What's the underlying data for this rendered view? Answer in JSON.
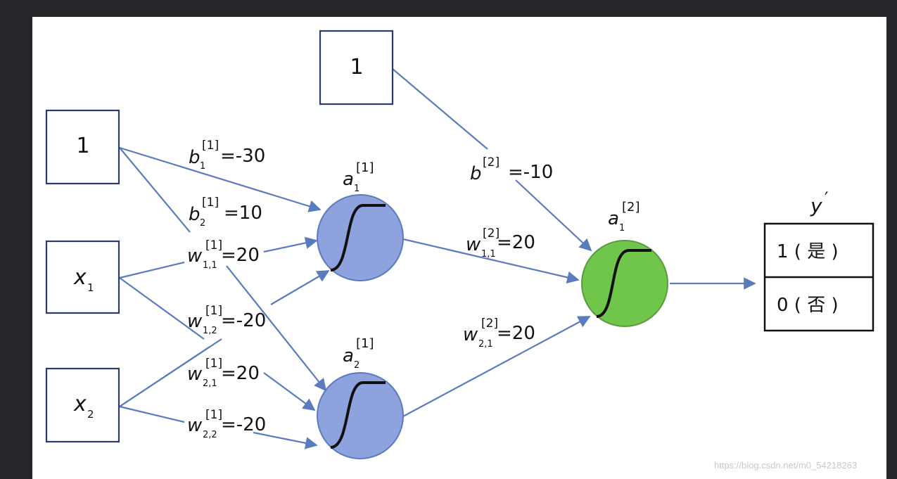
{
  "inputs": {
    "bias_top": "1",
    "bias_left": "1",
    "x1": "x",
    "x1_sub": "1",
    "x2": "x",
    "x2_sub": "2"
  },
  "neurons": {
    "a1_1": {
      "base": "a",
      "sup": "[1]",
      "sub": "1",
      "color": "#8ea3dd"
    },
    "a2_1": {
      "base": "a",
      "sup": "[1]",
      "sub": "2",
      "color": "#8ea3dd"
    },
    "a1_2": {
      "base": "a",
      "sup": "[2]",
      "sub": "1",
      "color": "#6fc64a"
    }
  },
  "weights": {
    "b1": {
      "base": "b",
      "sup": "[1]",
      "sub": "1",
      "value": "=-30"
    },
    "b2": {
      "base": "b",
      "sup": "[1]",
      "sub": "2",
      "value": "=10"
    },
    "w11": {
      "base": "w",
      "sup": "[1]",
      "sub": "1,1",
      "value": "=20"
    },
    "w12": {
      "base": "w",
      "sup": "[1]",
      "sub": "1,2",
      "value": "=-20"
    },
    "w21": {
      "base": "w",
      "sup": "[1]",
      "sub": "2,1",
      "value": "=20"
    },
    "w22": {
      "base": "w",
      "sup": "[1]",
      "sub": "2,2",
      "value": "=-20"
    },
    "b_out": {
      "base": "b",
      "sup": "[2]",
      "value": "=-10"
    },
    "w2_11": {
      "base": "w",
      "sup": "[2]",
      "sub": "1,1",
      "value": "=20"
    },
    "w2_21": {
      "base": "w",
      "sup": "[2]",
      "sub": "2,1",
      "value": "=20"
    }
  },
  "output": {
    "label": "y",
    "prime": "′",
    "yes": "1 ( 是 )",
    "no": "0 ( 否 )"
  },
  "watermark": "https://blog.csdn.net/m0_54218263",
  "colors": {
    "edge": "#5b7bbf",
    "box": "#2d3a6b",
    "curve": "#111111"
  }
}
